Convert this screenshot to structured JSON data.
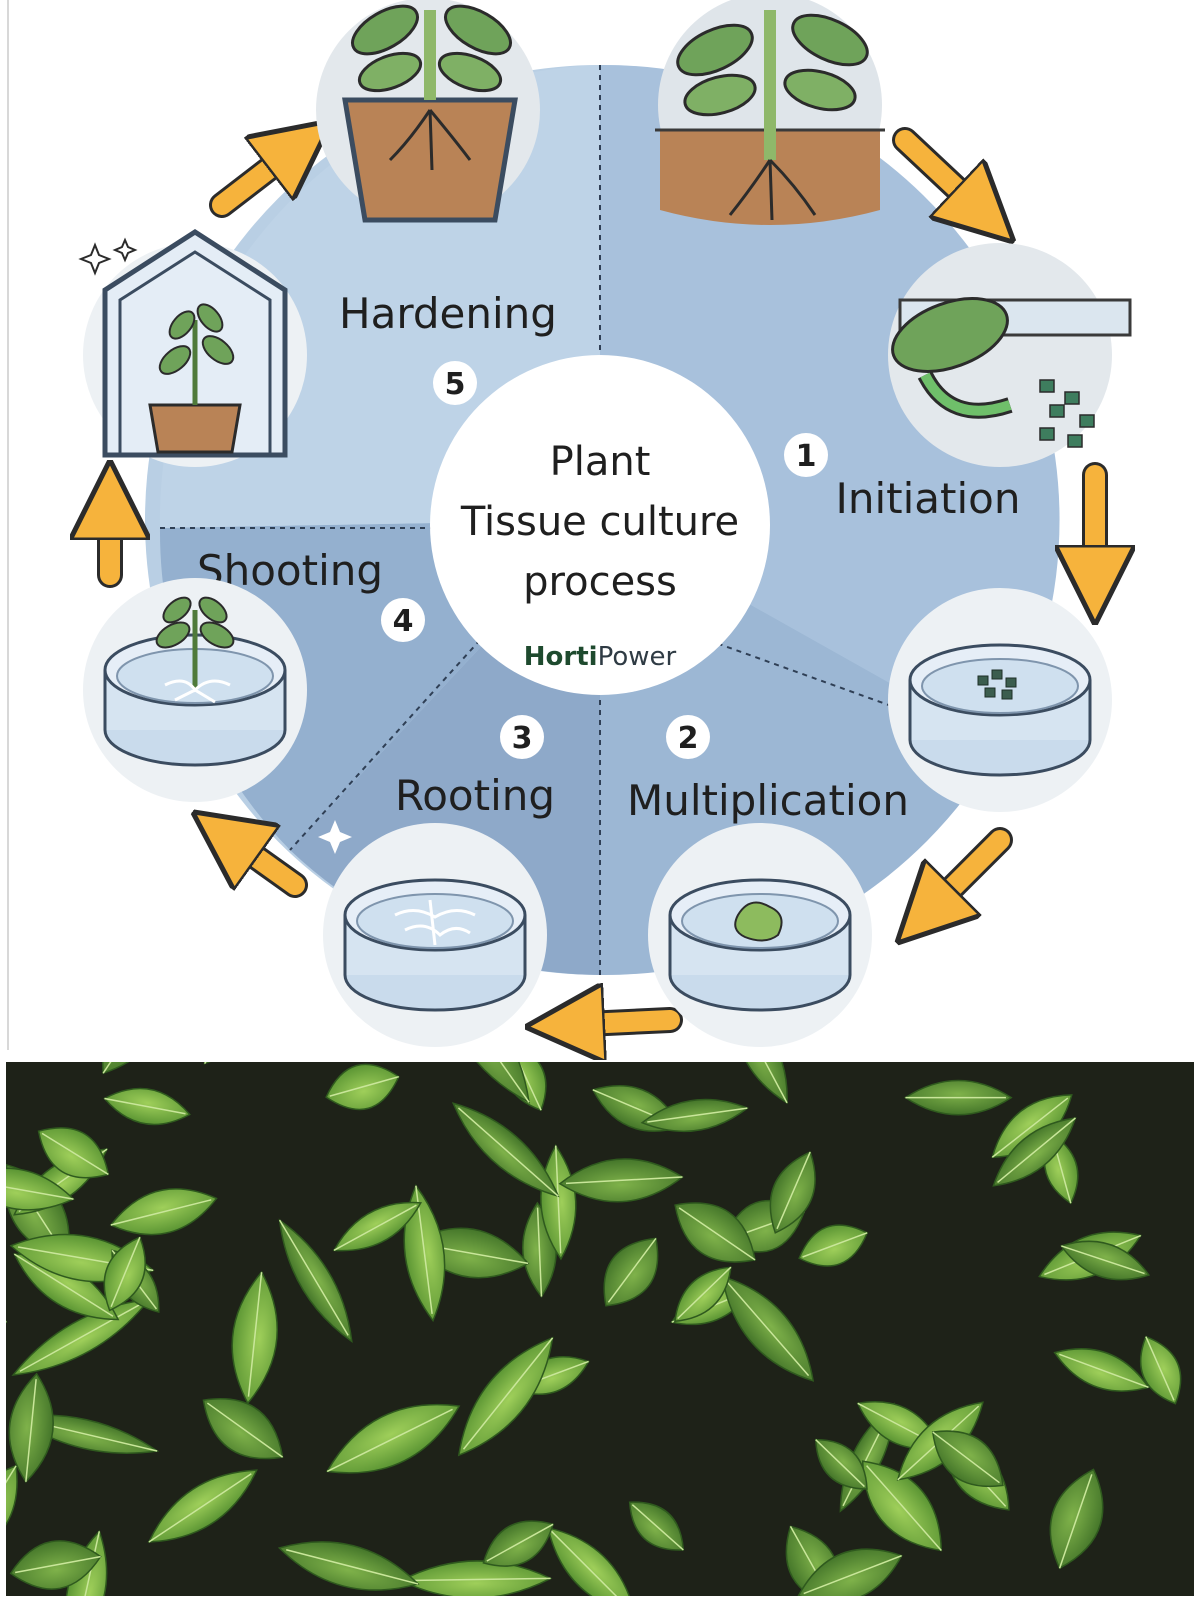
{
  "diagram": {
    "center": {
      "title_lines": [
        "Plant",
        "Tissue culture",
        "process"
      ],
      "brand_bold": "Horti",
      "brand_regular": "Power"
    },
    "stages": [
      {
        "number": "1",
        "label": "Initiation"
      },
      {
        "number": "2",
        "label": "Multiplication"
      },
      {
        "number": "3",
        "label": "Rooting"
      },
      {
        "number": "4",
        "label": "Shooting"
      },
      {
        "number": "5",
        "label": "Hardening"
      }
    ],
    "colors": {
      "wheel_light": "#b9cfe4",
      "wheel_mid": "#9fbad6",
      "wheel_dark": "#8aa6c6",
      "arrow": "#f6b33c",
      "soil": "#b98356",
      "leaf": "#6fa35a",
      "dish": "#dbe7f3"
    },
    "icons": [
      "potted-plant-icon",
      "leaf-cutting-icon",
      "petri-dish-icon",
      "callus-dish-icon",
      "rooting-dish-icon",
      "shooting-dish-icon",
      "greenhouse-icon",
      "cycle-arrow-icon"
    ]
  },
  "photo": {
    "description_icon": "leafy-seedlings-photo"
  }
}
